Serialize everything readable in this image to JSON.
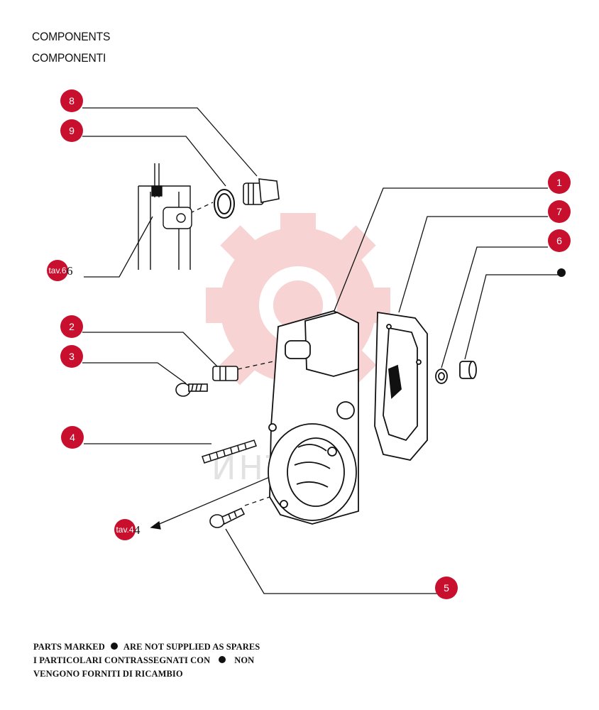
{
  "header": {
    "line1": "COMPONENTS",
    "line2": "COMPONENTI"
  },
  "callouts": [
    "8",
    "9",
    "1",
    "7",
    "6",
    "2",
    "3",
    "4",
    "5"
  ],
  "references": {
    "tav6": {
      "badge": "tav.6",
      "suffix": "6"
    },
    "tav4": {
      "badge": "tav.4",
      "suffix": "4"
    }
  },
  "watermark": {
    "text": "ИНТЕХ"
  },
  "footer": {
    "line1_pre": "PARTS MARKED",
    "line1_post": "ARE NOT SUPPLIED AS SPARES",
    "line2_pre": "I PARTICOLARI CONTRASSEGNATI CON",
    "line2_post": "NON",
    "line3": "VENGONO FORNITI DI RICAMBIO"
  },
  "colors": {
    "callout": "#c8102e",
    "watermark": "#f6c9c9",
    "ink": "#111111"
  }
}
